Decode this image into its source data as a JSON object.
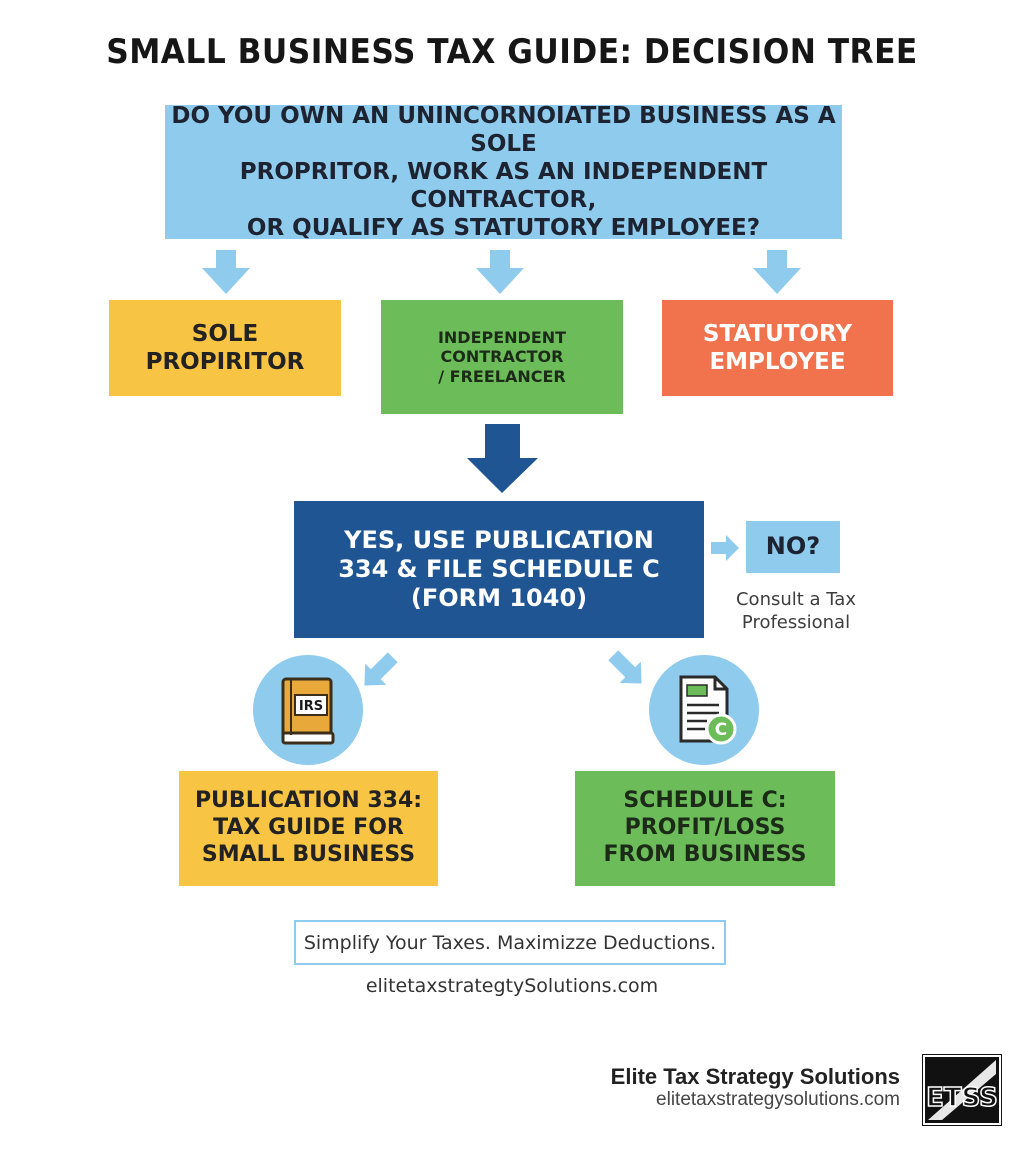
{
  "title": "SMALL BUSINESS TAX GUIDE: DECISION TREE",
  "question": "DO YOU OWN AN UNINCORNOIATED BUSINESS AS A SOLE\nPROPRITOR, WORK AS AN INDEPENDENT CONTRACTOR,\nOR QUALIFY AS STATUTORY EMPLOYEE?",
  "types": {
    "sole": "SOLE\nPROPIRITOR",
    "contractor": "INDEPENDENT\nCONTRACTOR\n/ FREELANCER",
    "statutory": "STATUTORY\nEMPLOYEE"
  },
  "yes_box": "YES, USE PUBLICATION\n334 & FILE SCHEDULE C\n(FORM 1040)",
  "no_box": "NO?",
  "consult": "Consult a Tax\nProfessional",
  "publication": "PUBLICATION 334:\nTAX GUIDE FOR\nSMALL BUSINESS",
  "schedule": "SCHEDULE C:\nPROFIT/LOSS\nFROM BUSINESS",
  "icons": {
    "book_label": "IRS",
    "document_label": "C",
    "book_icon": "irs-book-icon",
    "document_icon": "schedule-c-document-icon"
  },
  "tagline": "Simplify Your Taxes. Maximizze Deductions.",
  "website": "elitetaxstrategtySolutions.com",
  "footer": {
    "company": "Elite Tax Strategy Solutions",
    "url": "elitetaxstrategysolutions.com",
    "logo_text": "ETSS"
  },
  "colors": {
    "light_blue": "#8ecbed",
    "yellow": "#f8c443",
    "green": "#6cbd5a",
    "orange": "#f0734e",
    "dark_blue": "#1f5592"
  }
}
